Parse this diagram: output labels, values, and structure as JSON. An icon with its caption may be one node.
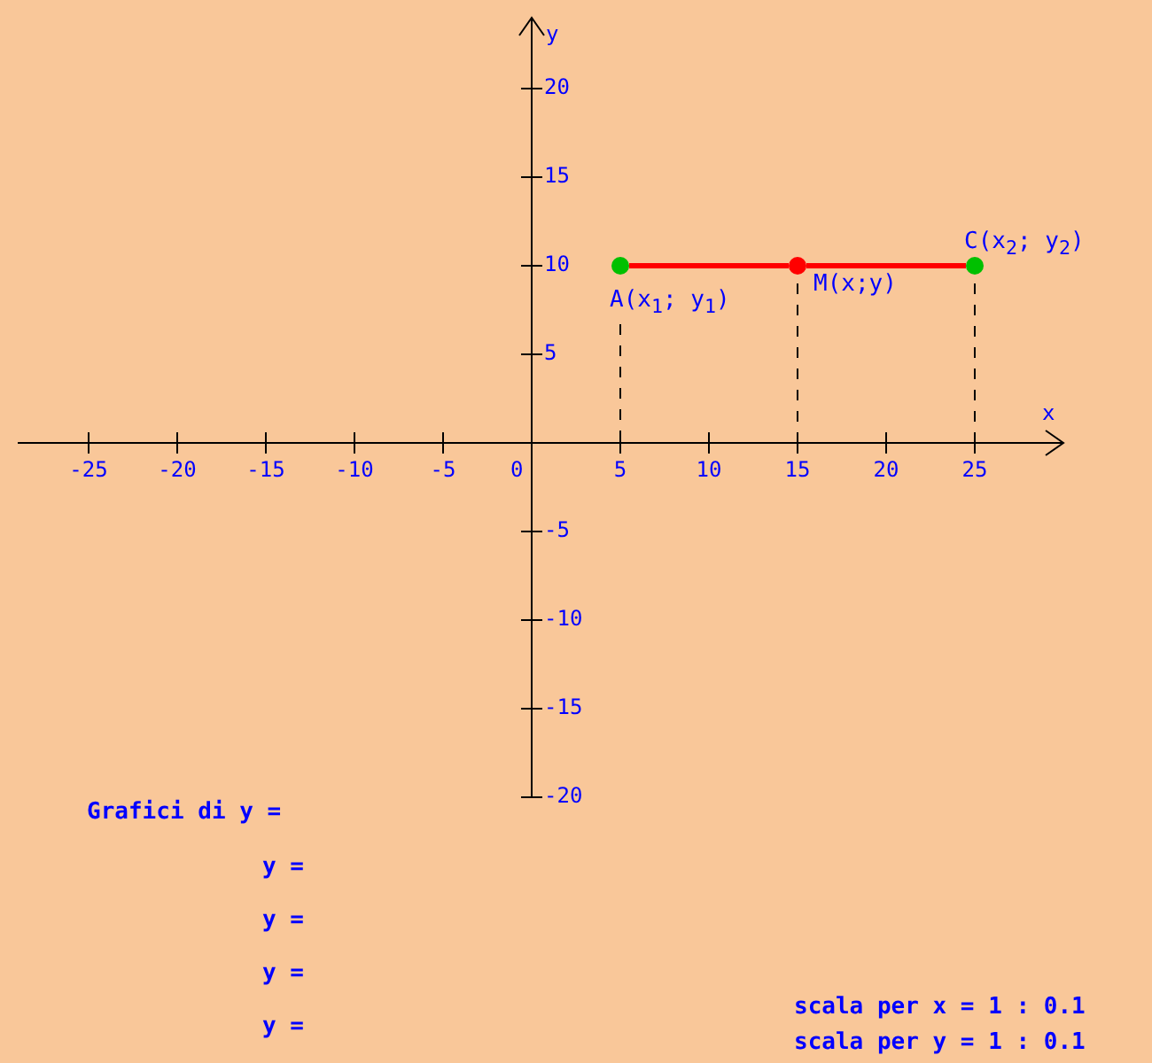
{
  "diagram": {
    "nodes": [
      {
        "text": [],
        "shape": "circle",
        "beside": [
          "A(x$_{1}$; y$_{1}$)"
        ]
      },
      {
        "text": [],
        "shape": "circle",
        "beside": [
          "M(x;y)"
        ]
      },
      {
        "text": [],
        "shape": "circle",
        "beside": [
          "C(x$_{2}$; y$_{2}$)"
        ]
      }
    ],
    "edges": [
      {
        "from": 0,
        "to": 1,
        "arrow": "none",
        "style": "thick",
        "color": "#ff0000"
      },
      {
        "from": 1,
        "to": 2,
        "arrow": "none",
        "style": "thick",
        "color": "#ff0000"
      },
      {
        "from": 0,
        "to": null,
        "arrow": "none",
        "style": "dashed"
      },
      {
        "from": 1,
        "to": null,
        "arrow": "none",
        "style": "dashed"
      },
      {
        "from": 2,
        "to": null,
        "arrow": "none",
        "style": "dashed"
      }
    ],
    "labels": [
      "y",
      "20",
      "15",
      "10",
      "5",
      "x",
      "-25",
      "-20",
      "-15",
      "-10",
      "-5",
      "0",
      "5",
      "10",
      "15",
      "20",
      "25",
      "-5",
      "-10",
      "-15",
      "-20",
      "Grafici di y =",
      "y =",
      "y =",
      "y =",
      "y =",
      "scala per x = 1 : 0.1",
      "scala per y = 1 : 0.1"
    ]
  }
}
